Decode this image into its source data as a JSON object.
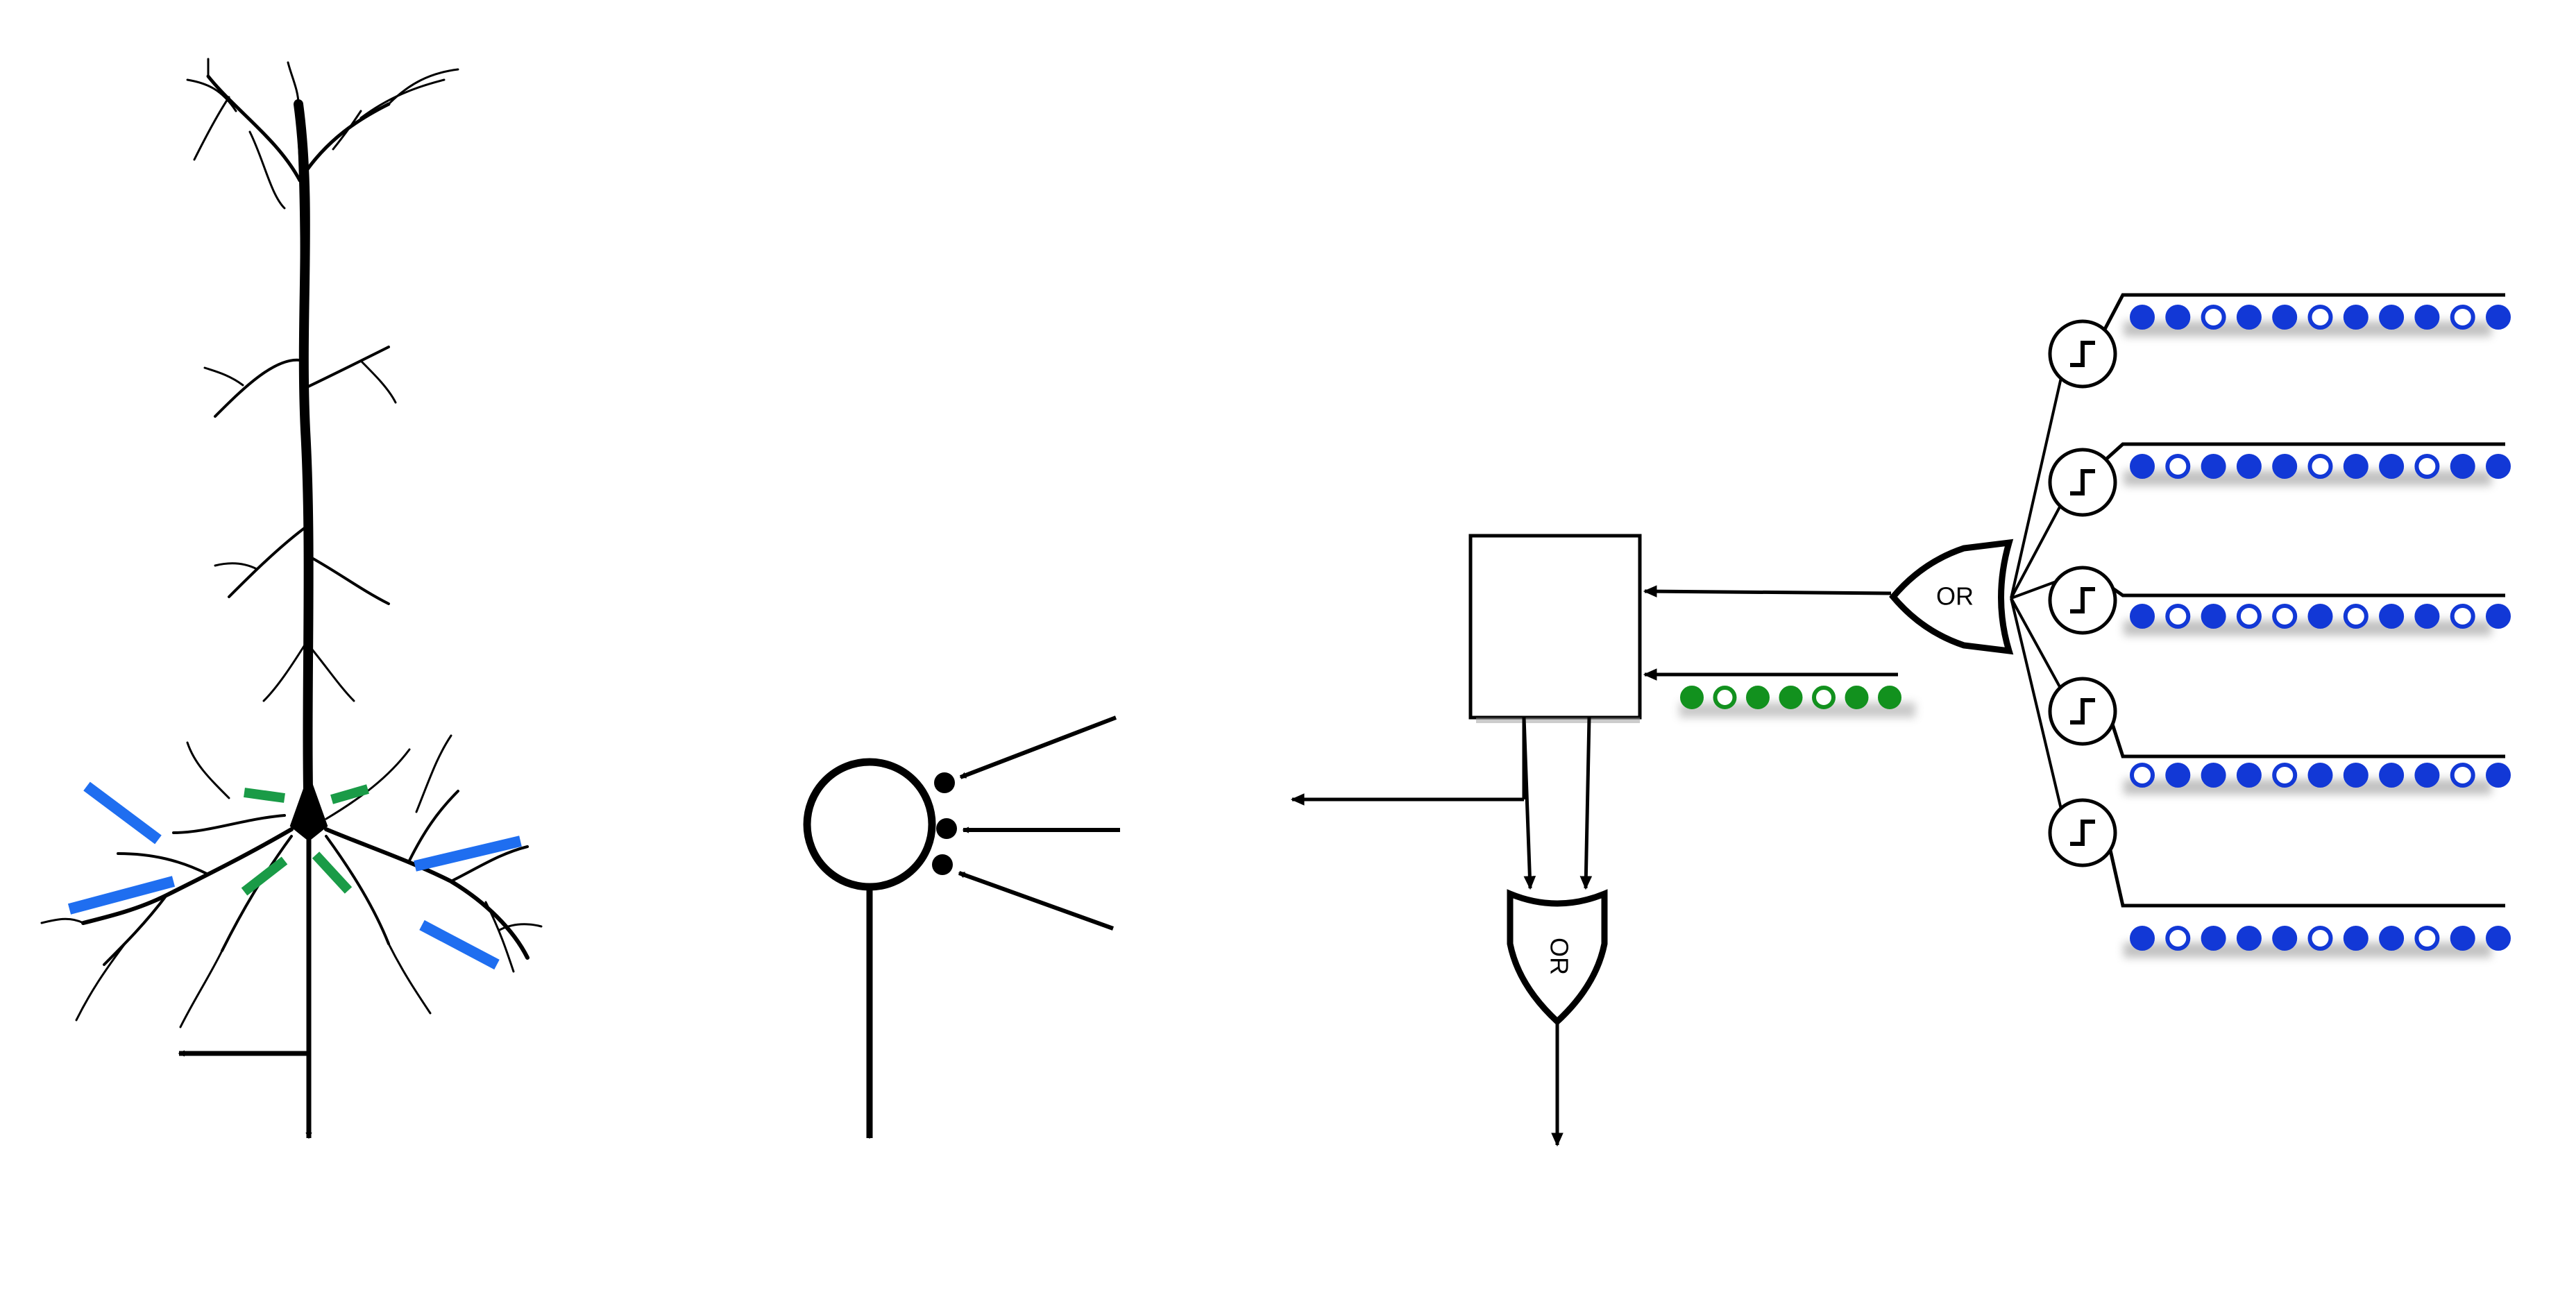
{
  "gates": {
    "or_vertical_label": "OR",
    "or_horizontal_label": "OR"
  },
  "colors": {
    "blue": "#1f6ef0",
    "green": "#1a9b47",
    "dot_blue": "#1238d6",
    "dot_green": "#12911e",
    "ink": "#000000"
  },
  "context_input": {
    "pattern": [
      1,
      0,
      1,
      1,
      0,
      1,
      1
    ]
  },
  "segments": [
    {
      "pattern": [
        1,
        1,
        0,
        1,
        1,
        0,
        1,
        1,
        1,
        0,
        1
      ]
    },
    {
      "pattern": [
        1,
        0,
        1,
        1,
        1,
        0,
        1,
        1,
        0,
        1,
        1
      ]
    },
    {
      "pattern": [
        1,
        0,
        1,
        0,
        0,
        1,
        0,
        1,
        1,
        0,
        1
      ]
    },
    {
      "pattern": [
        0,
        1,
        1,
        1,
        0,
        1,
        1,
        1,
        1,
        0,
        1
      ]
    },
    {
      "pattern": [
        1,
        0,
        1,
        1,
        1,
        0,
        1,
        1,
        0,
        1,
        1
      ]
    }
  ],
  "threshold_icon": "step-function-icon"
}
